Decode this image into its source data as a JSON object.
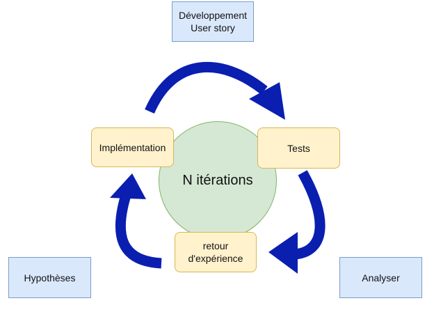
{
  "boxes": {
    "dev": {
      "line1": "Développement",
      "line2": "User story"
    },
    "hypotheses": "Hypothèses",
    "analyser": "Analyser",
    "implementation": "Implémentation",
    "tests": "Tests",
    "retour": {
      "line1": "retour",
      "line2": "d'expérience"
    }
  },
  "center": "N itérations",
  "colors": {
    "arrow": "#0a1fb0",
    "blue_fill": "#dae8fc",
    "yellow_fill": "#fff2cc",
    "green_fill": "#d5e8d4"
  }
}
